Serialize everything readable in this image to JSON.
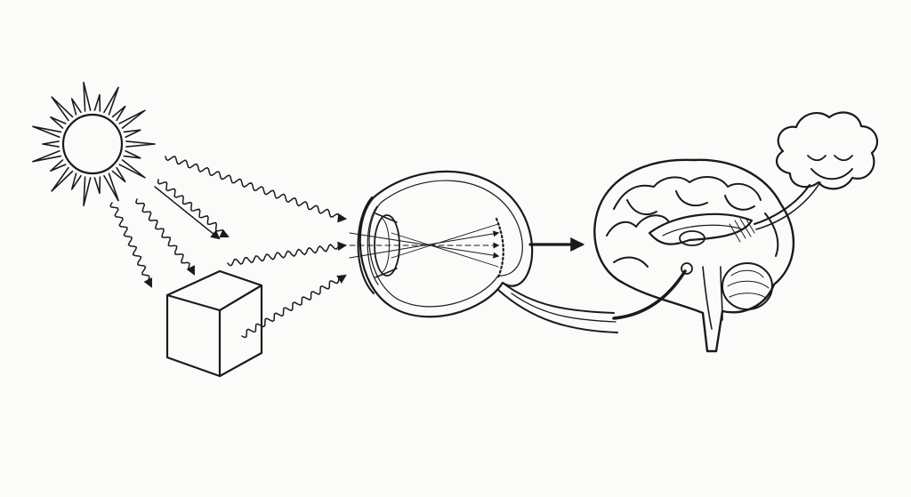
{
  "diagram": {
    "nodes": [
      {
        "id": "sun",
        "icon": "sun-icon"
      },
      {
        "id": "cube",
        "icon": "cube-icon"
      },
      {
        "id": "eye",
        "icon": "eye-cross-section-icon"
      },
      {
        "id": "brain",
        "icon": "brain-sagittal-icon"
      },
      {
        "id": "thought",
        "icon": "smiley-thought-cloud-icon"
      }
    ],
    "edges": [
      {
        "from": "sun",
        "to": "eye",
        "style": "wavy-arrow"
      },
      {
        "from": "sun",
        "to": "cube",
        "style": "wavy-arrow"
      },
      {
        "from": "cube",
        "to": "eye",
        "style": "wavy-arrow"
      },
      {
        "from": "eye",
        "to": "brain",
        "style": "solid-arrow"
      },
      {
        "from": "brain",
        "to": "thought",
        "style": "speech-tail"
      }
    ],
    "colors": {
      "background": "#fbfbf9",
      "ink": "#1a1a1a"
    }
  }
}
